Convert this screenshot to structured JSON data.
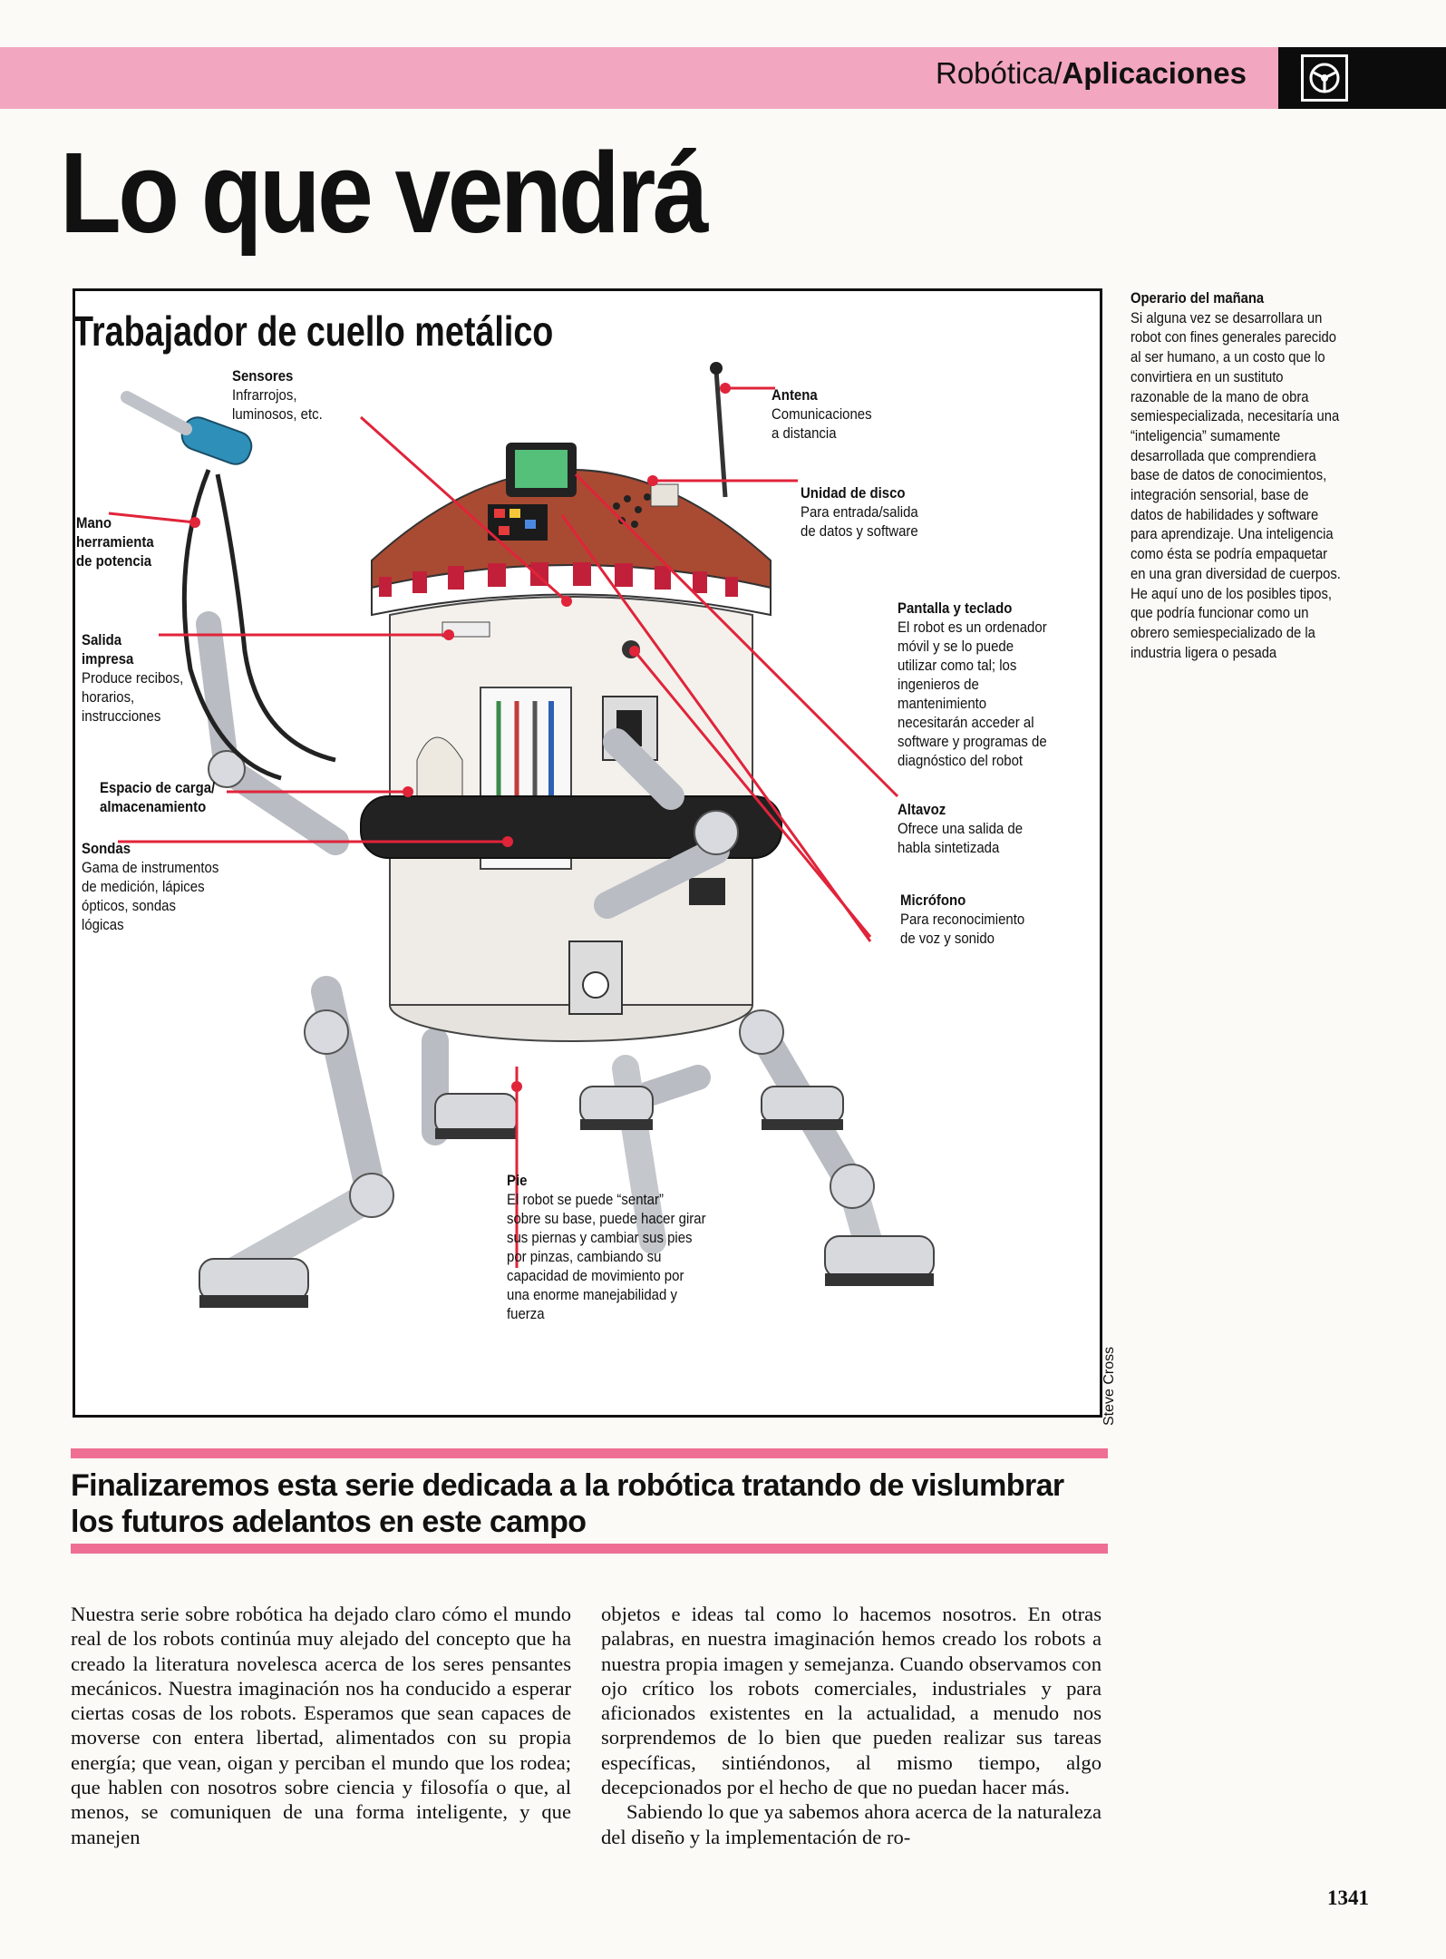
{
  "header": {
    "section": "Robótica/",
    "subsection": "Aplicaciones",
    "icon": "steering-wheel-icon"
  },
  "page_title": "Lo que vendrá",
  "figure": {
    "title": "Trabajador de cuello metálico",
    "credit": "Steve Cross",
    "callouts": {
      "sensores": {
        "title": "Sensores",
        "desc": "Infrarrojos,\nluminosos, etc."
      },
      "antena": {
        "title": "Antena",
        "desc": "Comunicaciones\na distancia"
      },
      "mano": {
        "title": "Mano\nherramienta\nde potencia",
        "desc": ""
      },
      "unidad_disco": {
        "title": "Unidad de disco",
        "desc": "Para entrada/salida\nde datos y software"
      },
      "salida": {
        "title": "Salida\nimpresa",
        "desc": "Produce recibos,\nhorarios,\ninstrucciones"
      },
      "pantalla": {
        "title": "Pantalla y teclado",
        "desc": "El robot es un ordenador\nmóvil y se lo puede\nutilizar como tal; los\ningenieros de\nmantenimiento\nnecesitarán acceder al\nsoftware y programas de\ndiagnóstico del robot"
      },
      "espacio": {
        "title": "Espacio de carga/\nalmacenamiento",
        "desc": ""
      },
      "altavoz": {
        "title": "Altavoz",
        "desc": "Ofrece una salida de\nhabla sintetizada"
      },
      "sondas": {
        "title": "Sondas",
        "desc": "Gama de instrumentos\nde medición, lápices\nópticos, sondas\nlógicas"
      },
      "microfono": {
        "title": "Micrófono",
        "desc": "Para reconocimiento\nde voz y sonido"
      },
      "pie": {
        "title": "Pie",
        "desc": "El robot se puede “sentar”\nsobre su base, puede hacer girar\nsus piernas y cambiar sus pies\npor pinzas, cambiando su\ncapacidad de movimiento por\nuna enorme manejabilidad y\nfuerza"
      }
    }
  },
  "sidebar": {
    "title": "Operario del mañana",
    "text": "Si alguna vez se desarrollara un robot con fines generales parecido al ser humano, a un costo que lo convirtiera en un sustituto razonable de la mano de obra semiespecializada, necesitaría una “inteligencia” sumamente desarrollada que comprendiera base de datos de conocimientos, integración sensorial, base de datos de habilidades y software para aprendizaje. Una inteligencia como ésta se podría empaquetar en una gran diversidad de cuerpos. He aquí uno de los posibles tipos, que podría funcionar como un obrero semiespecializado de la industria ligera o pesada"
  },
  "intro": "Finalizaremos esta serie dedicada a la robótica tratando de vislumbrar los futuros adelantos en este campo",
  "body": {
    "col1": "Nuestra serie sobre robótica ha dejado claro cómo el mundo real de los robots continúa muy alejado del concepto que ha creado la literatura novelesca acerca de los seres pensantes mecánicos. Nuestra imaginación nos ha conducido a esperar ciertas cosas de los robots. Esperamos que sean capaces de moverse con entera libertad, alimentados con su propia energía; que vean, oigan y perciban el mundo que los rodea; que hablen con nosotros sobre ciencia y filosofía o que, al menos, se comuniquen de una forma inteligente, y que manejen",
    "col2_p1": "objetos e ideas tal como lo hacemos nosotros. En otras palabras, en nuestra imaginación hemos creado los robots a nuestra propia imagen y semejanza. Cuando observamos con ojo crítico los robots comerciales, industriales y para aficionados existentes en la actualidad, a menudo nos sorprendemos de lo bien que pueden realizar sus tareas específicas, sintiéndonos, al mismo tiempo, algo decepcionados por el hecho de que no puedan hacer más.",
    "col2_p2": "Sabiendo lo que ya sabemos ahora acerca de la naturaleza del diseño y la implementación de ro-"
  },
  "page_number": "1341",
  "colors": {
    "header_pink": "#f2a6c0",
    "rule_pink": "#ee6f93",
    "callout_red": "#e0243a"
  }
}
